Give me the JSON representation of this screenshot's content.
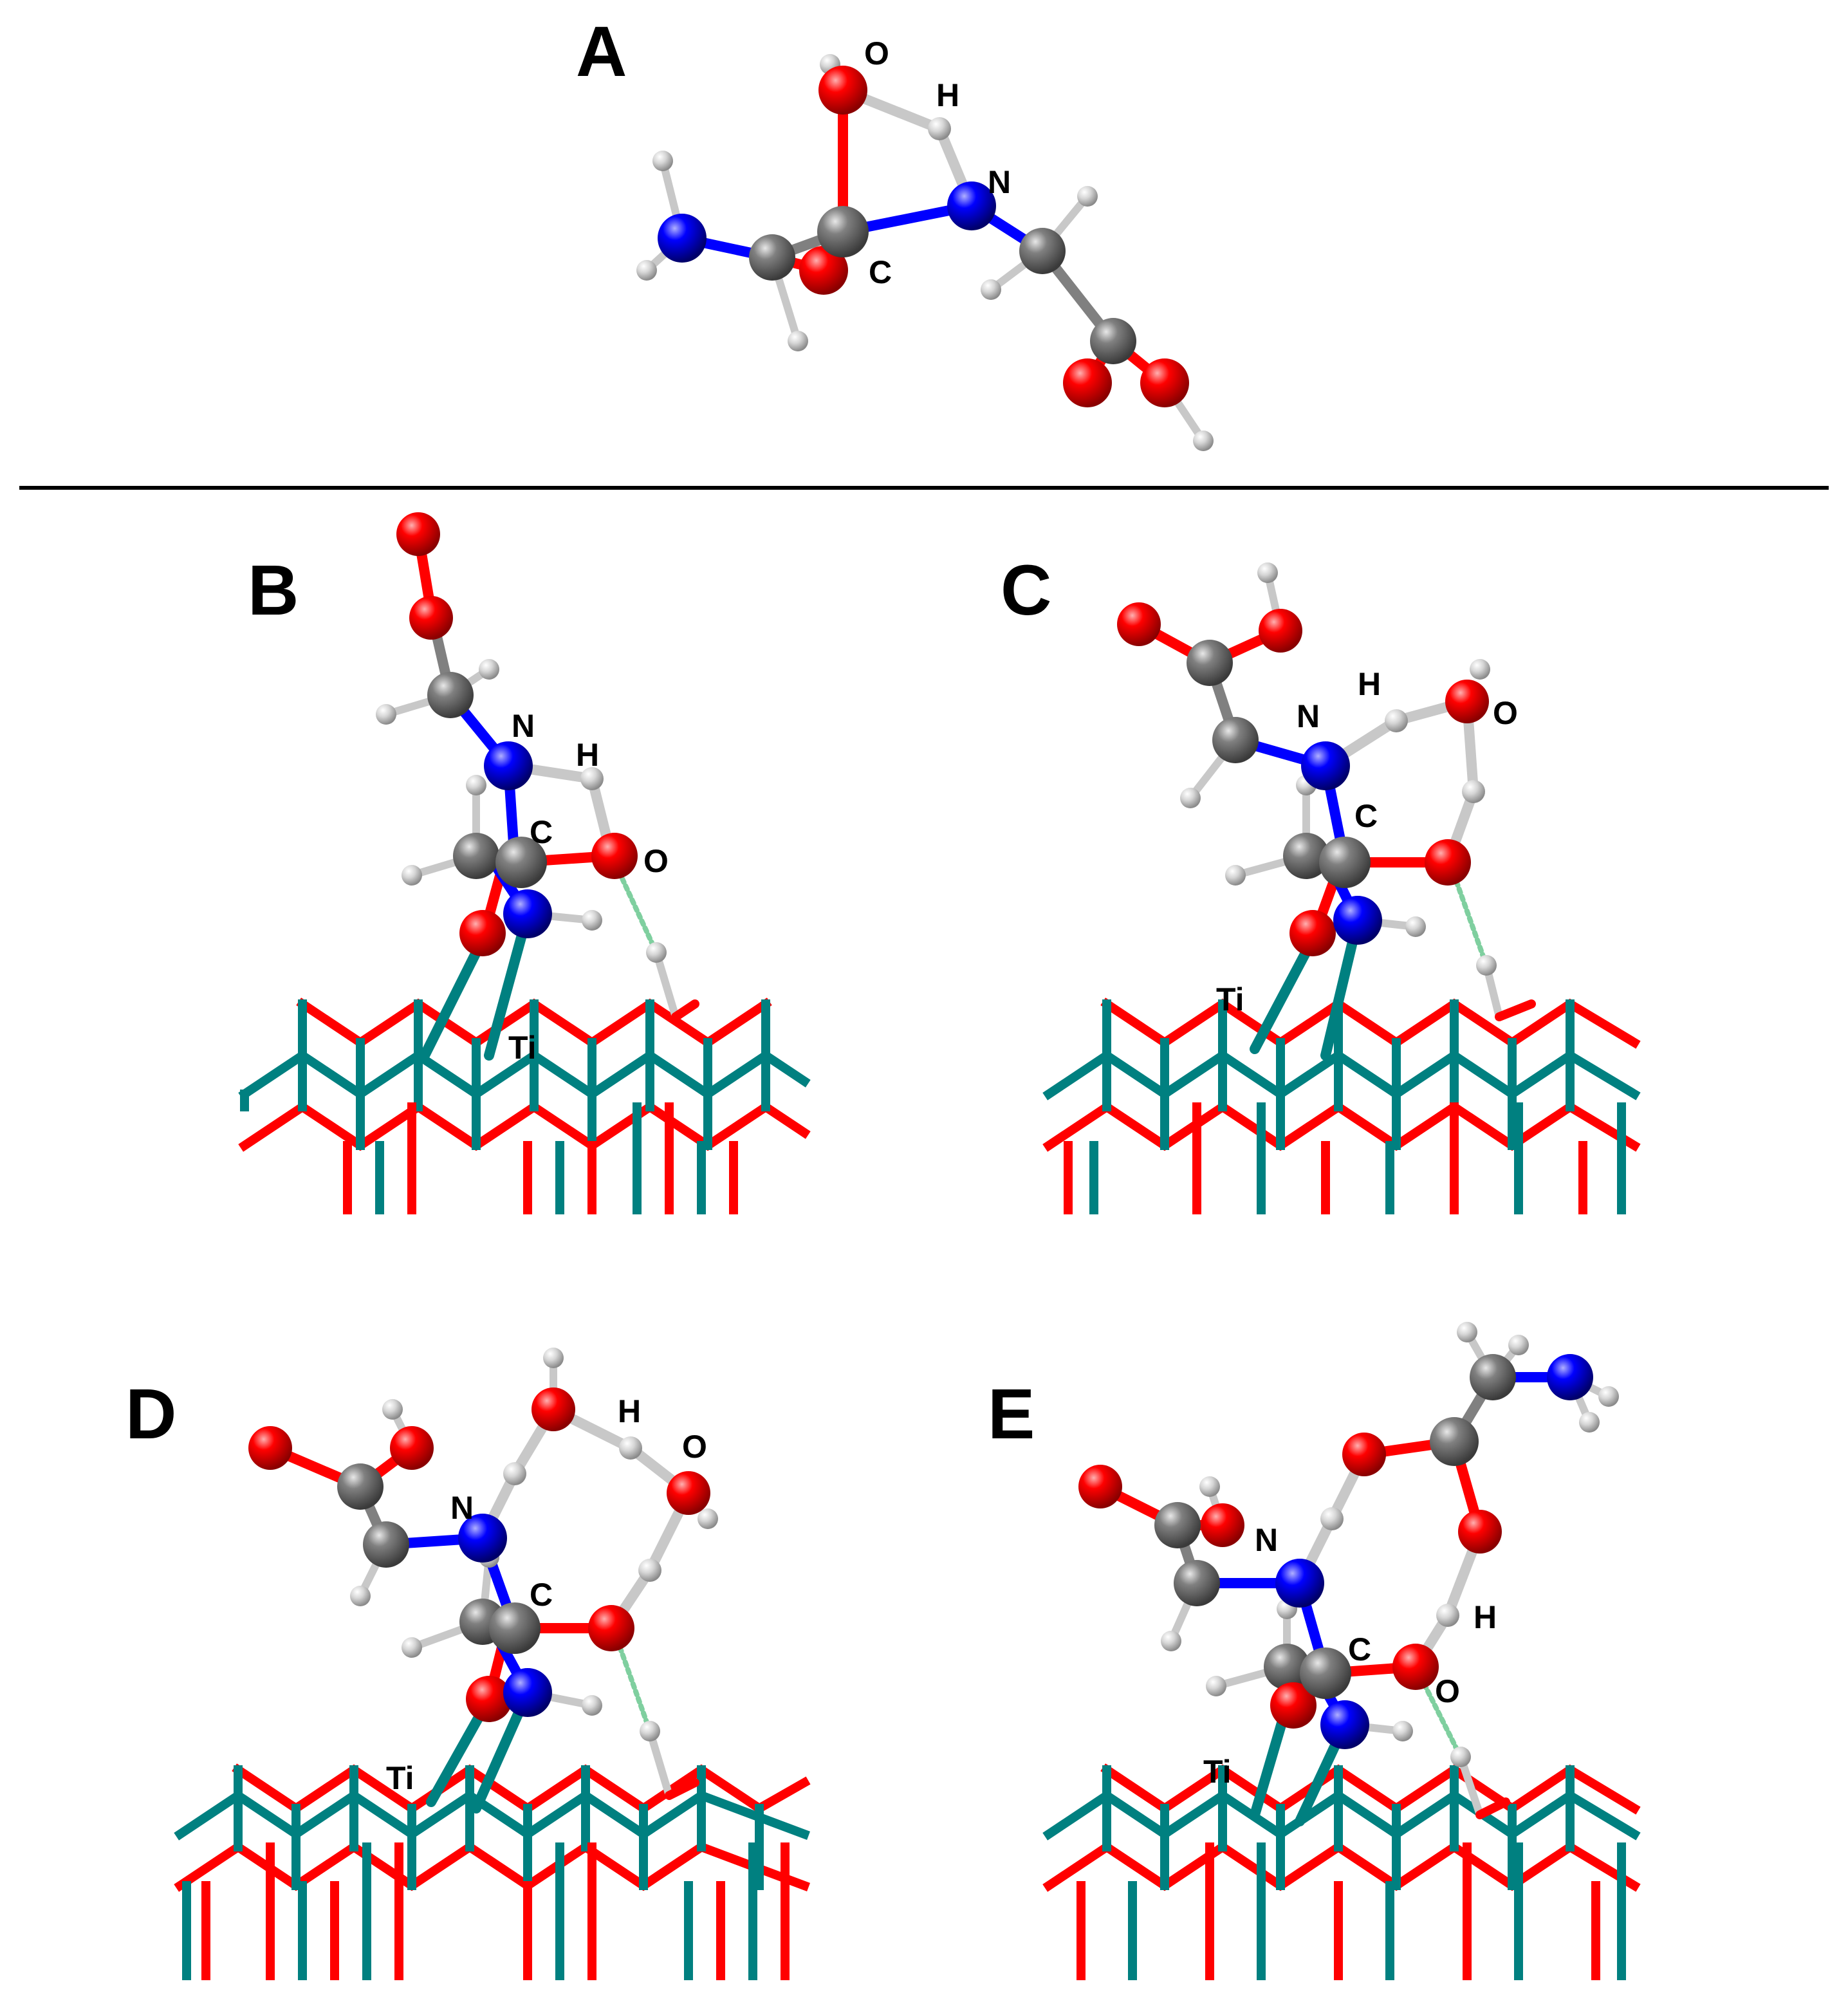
{
  "colors": {
    "oxygen": "#ff0000",
    "nitrogen": "#0000ff",
    "carbon": "#808080",
    "hydrogen": "#d9d9d9",
    "titanium": "#008080",
    "hbond": "#7fcf9f",
    "divider": "#000000"
  },
  "panels": [
    {
      "letter": "A",
      "labels": {
        "O": "O",
        "H": "H",
        "N": "N",
        "C": "C"
      }
    },
    {
      "letter": "B",
      "labels": {
        "N": "N",
        "H": "H",
        "C": "C",
        "O": "O",
        "Ti": "Ti"
      }
    },
    {
      "letter": "C",
      "labels": {
        "H": "H",
        "O": "O",
        "N": "N",
        "C": "C",
        "Ti": "Ti"
      }
    },
    {
      "letter": "D",
      "labels": {
        "H": "H",
        "O": "O",
        "N": "N",
        "C": "C",
        "Ti": "Ti"
      }
    },
    {
      "letter": "E",
      "labels": {
        "N": "N",
        "H": "H",
        "C": "C",
        "O": "O",
        "Ti": "Ti"
      }
    }
  ]
}
